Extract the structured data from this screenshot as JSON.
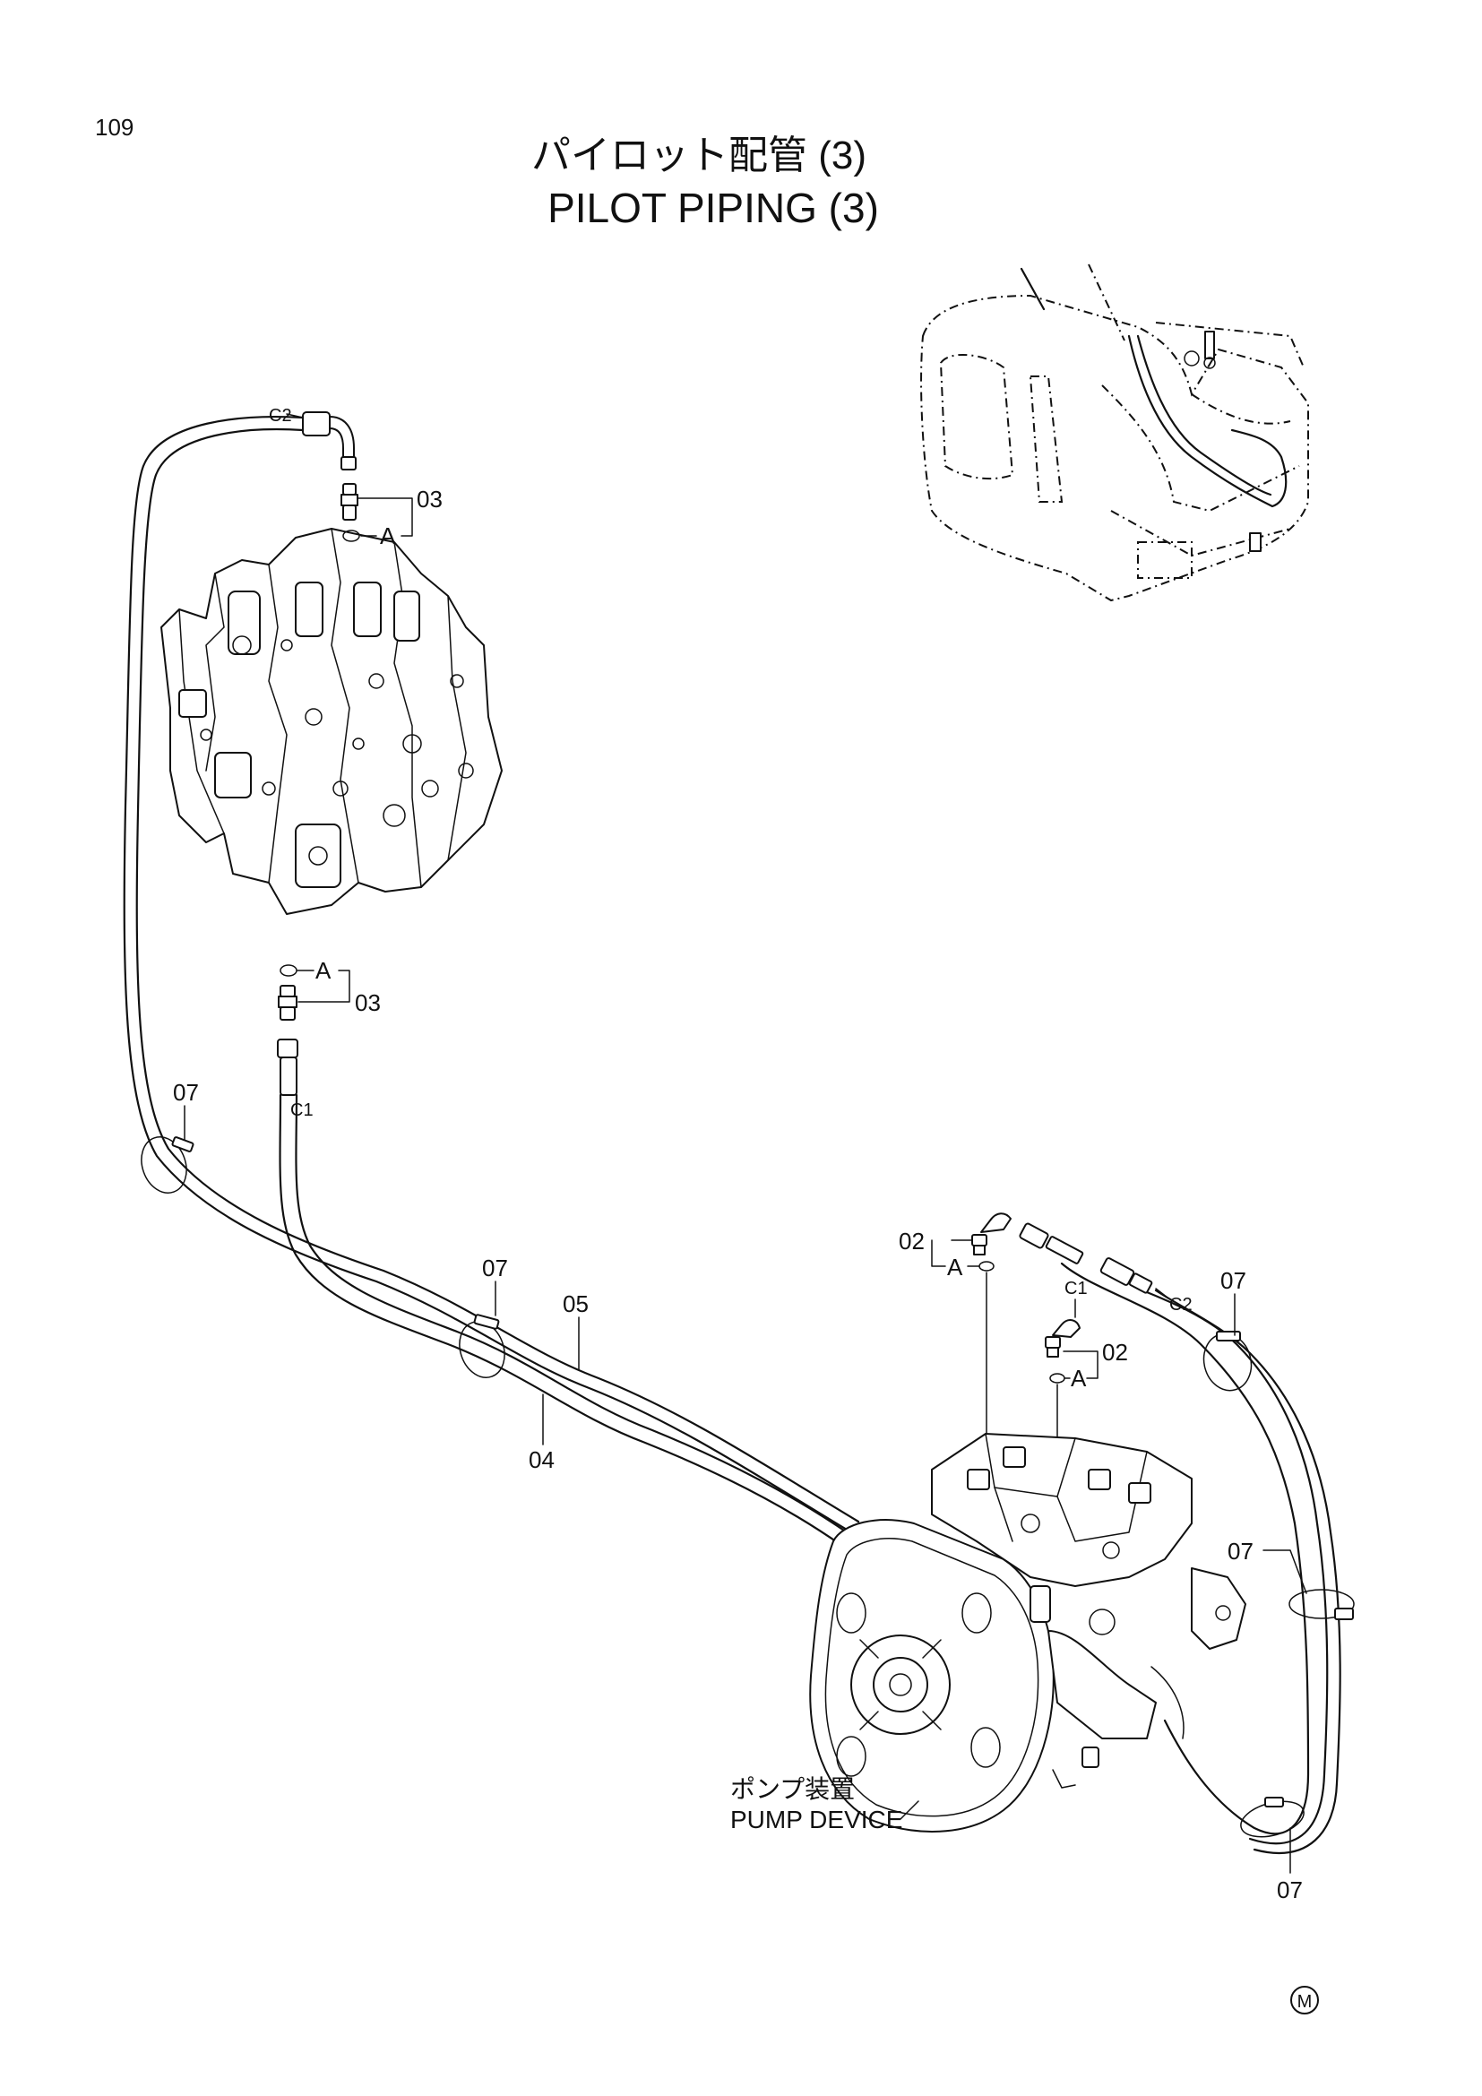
{
  "header": {
    "page_number": "109",
    "title_jp": "パイロット配管 (3)",
    "title_en": "PILOT PIPING (3)"
  },
  "callouts": {
    "c2_top": "C2",
    "c1_left": "C1",
    "c1_right": "C1",
    "c2_right": "C2",
    "p03_top": "03",
    "p03_bottom": "03",
    "a_top": "A",
    "a_bottom": "A",
    "a_right_top": "A",
    "a_right_bottom": "A",
    "p02_top": "02",
    "p02_right": "02",
    "p07_left": "07",
    "p07_mid": "07",
    "p07_right_top": "07",
    "p07_right_mid": "07",
    "p07_right_bottom": "07",
    "p05": "05",
    "p04": "04"
  },
  "pump_label": {
    "jp": "ポンプ装置",
    "en": "PUMP DEVICE"
  },
  "footer": {
    "mark": "M"
  }
}
